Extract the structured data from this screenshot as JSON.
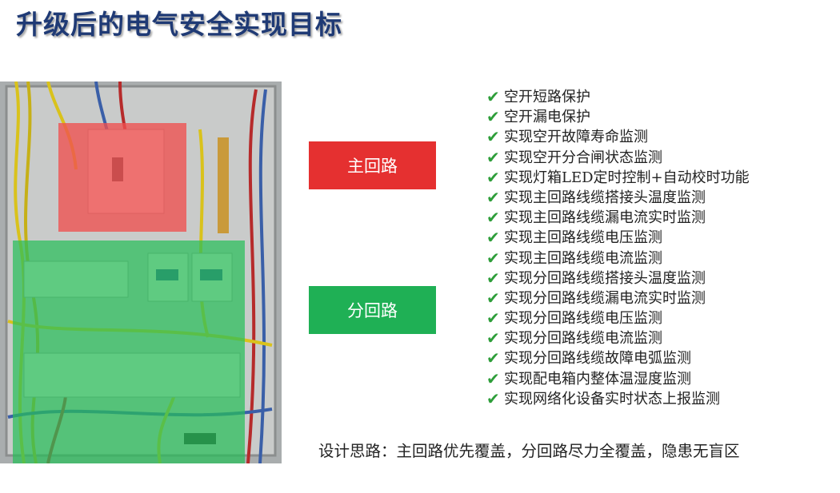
{
  "title": "升级后的电气安全实现目标",
  "labels": {
    "main_circuit": "主回路",
    "branch_circuit": "分回路"
  },
  "colors": {
    "title": "#1f3a75",
    "main_circuit": "#e53030",
    "branch_circuit": "#1fb055",
    "check": "#2e9e3a"
  },
  "checklist": [
    "空开短路保护",
    "空开漏电保护",
    "实现空开故障寿命监测",
    "实现空开分合闸状态监测",
    "实现灯箱LED定时控制+自动校时功能",
    "实现主回路线缆搭接头温度监测",
    "实现主回路线缆漏电流实时监测",
    "实现主回路线缆电压监测",
    "实现主回路线缆电流监测",
    "实现分回路线缆搭接头温度监测",
    "实现分回路线缆漏电流实时监测",
    "实现分回路线缆电压监测",
    "实现分回路线缆电流监测",
    "实现分回路线缆故障电弧监测",
    "实现配电箱内整体温湿度监测",
    "实现网络化设备实时状态上报监测"
  ],
  "check_icon": "check-mark-icon",
  "design_note": "设计思路：主回路优先覆盖，分回路尽力全覆盖，隐患无盲区"
}
